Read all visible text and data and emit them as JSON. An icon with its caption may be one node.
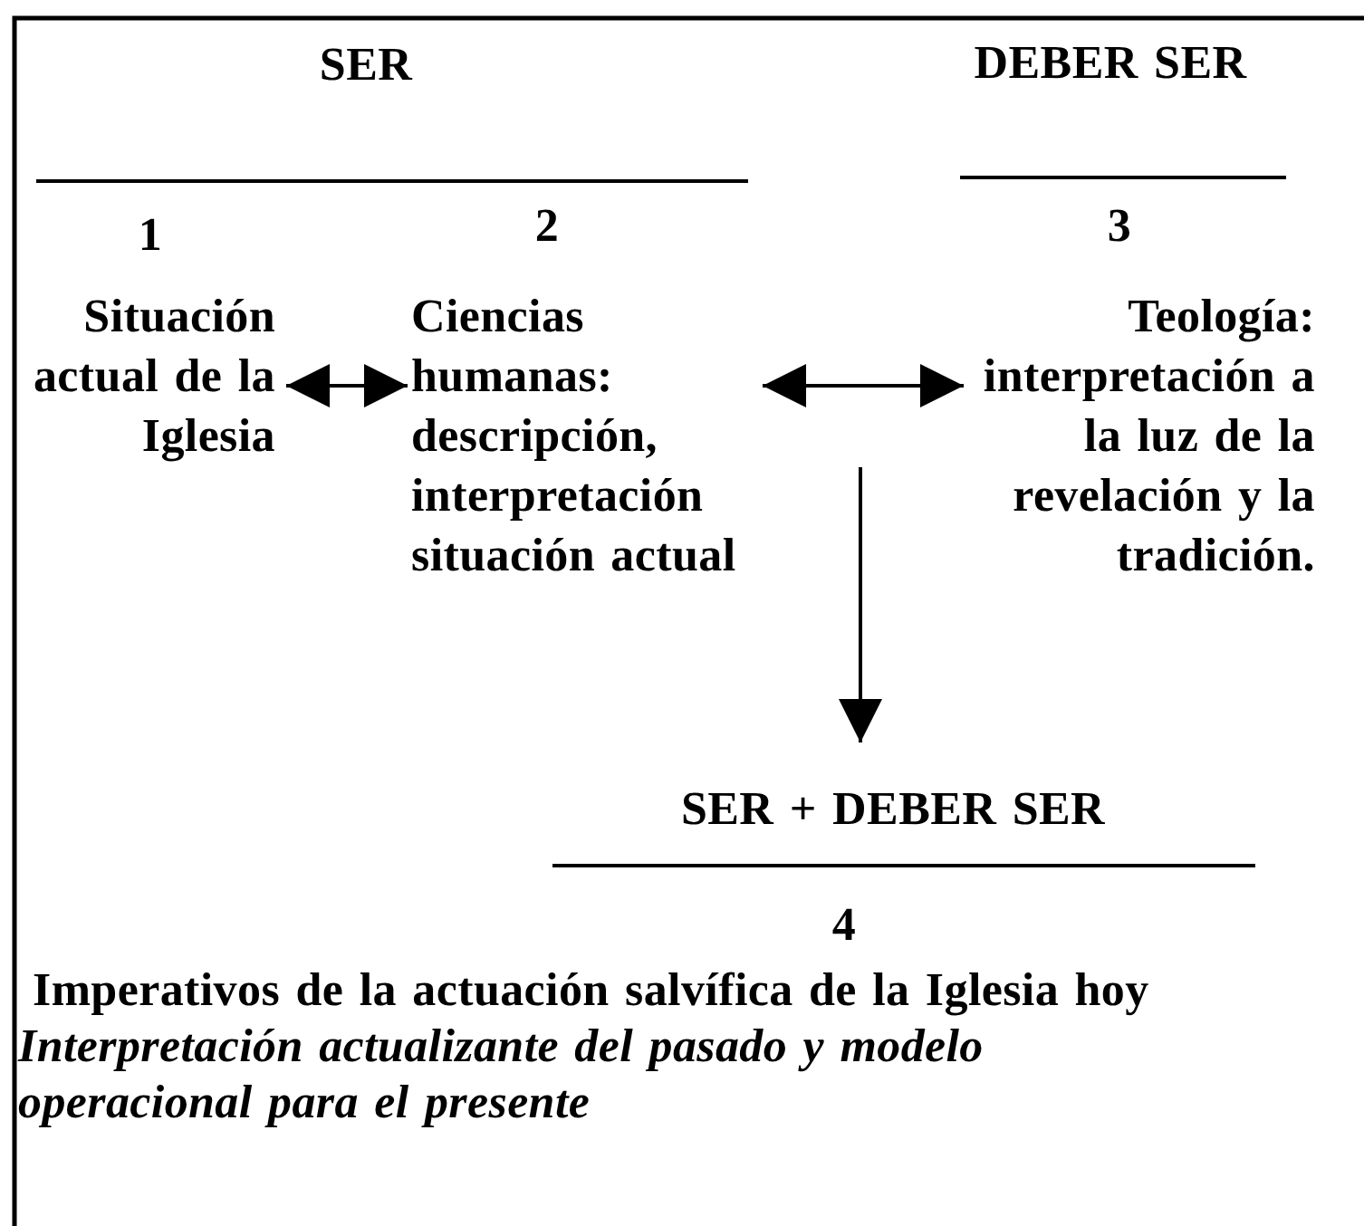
{
  "diagram": {
    "nodes": [
      {
        "text": [
          "Situación actual de la Iglesia"
        ]
      },
      {
        "text": [
          "Ciencias humanas: descripción, interpretación situación actual"
        ]
      },
      {
        "text": [
          "Teología: interpretación a la luz de la revelación y la tradición."
        ]
      },
      {
        "text": [
          "SER + DEBER SER"
        ]
      }
    ],
    "edges": [
      {
        "from": 0,
        "to": 1,
        "arrow": "both"
      },
      {
        "from": 1,
        "to": 2,
        "arrow": "both"
      },
      {
        "from": null,
        "to": 3,
        "arrow": "to"
      }
    ],
    "labels": [
      "SER",
      "DEBER SER",
      "1",
      "2",
      "3",
      "4",
      "Imperativos de la actuación salvífica de la Iglesia hoy",
      "Interpretación actualizante del pasado y modelo operacional para el presente"
    ]
  }
}
